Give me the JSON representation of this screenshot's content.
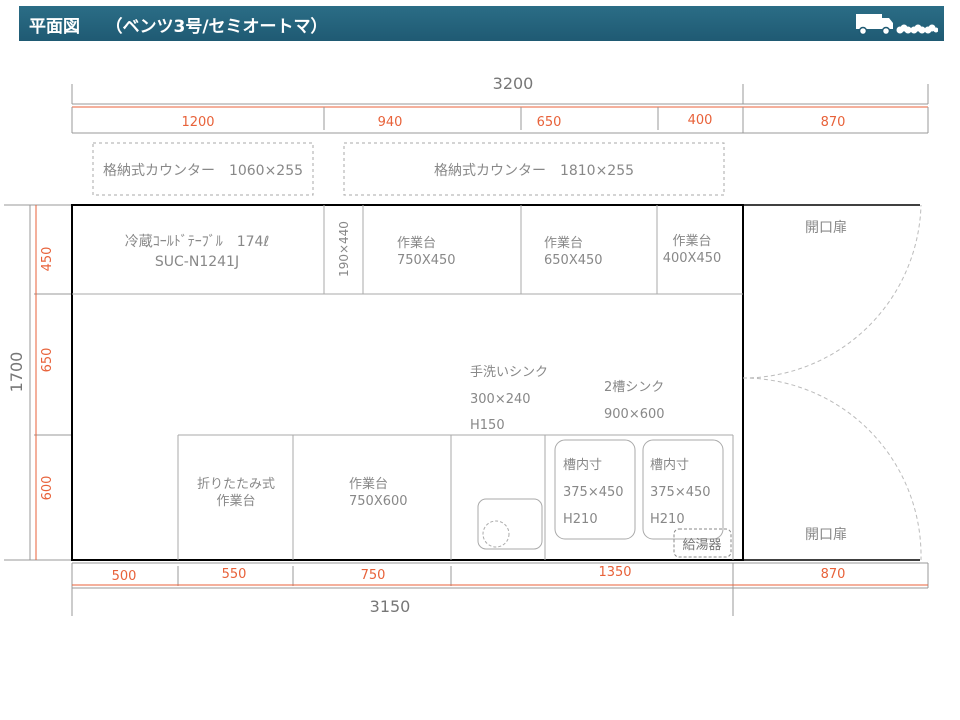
{
  "header": {
    "title": "平面図　　（ベンツ3号/セミオートマ）"
  },
  "dims": {
    "top_total": "3200",
    "top": [
      "1200",
      "940",
      "650",
      "400",
      "870"
    ],
    "bottom_total": "3150",
    "bottom": [
      "500",
      "550",
      "750",
      "1350",
      "870"
    ],
    "left_total": "1700",
    "left": [
      "450",
      "650",
      "600"
    ]
  },
  "upper_counters": [
    {
      "label": "格納式カウンター　1060×255"
    },
    {
      "label": "格納式カウンター　1810×255"
    }
  ],
  "fridge": {
    "line1": "冷蔵ｺｰﾙﾄﾞﾃｰﾌﾞﾙ　174ℓ",
    "line2": "SUC-N1241J"
  },
  "narrow_unit": "190×440",
  "worktables_top": [
    {
      "line1": "作業台",
      "line2": "750X450"
    },
    {
      "line1": "作業台",
      "line2": "650X450"
    },
    {
      "line1": "作業台",
      "line2": "400X450"
    }
  ],
  "hand_sink": {
    "line1": "手洗いシンク",
    "line2": "300×240",
    "line3": "H150"
  },
  "double_sink": {
    "line1": "2槽シンク",
    "line2": "900×600"
  },
  "basins": [
    {
      "line1": "槽内寸",
      "line2": "375×450",
      "line3": "H210"
    },
    {
      "line1": "槽内寸",
      "line2": "375×450",
      "line3": "H210"
    }
  ],
  "water_heater": "給湯器",
  "folding_table": {
    "line1": "折りたたみ式",
    "line2": "作業台"
  },
  "worktable_bottom": {
    "line1": "作業台",
    "line2": "750X600"
  },
  "door_top": "開口扉",
  "door_bottom": "開口扉",
  "colors": {
    "header": "#1f5a73",
    "dimension": "#e8623a",
    "outline": "#000000",
    "fixture": "#9a9a9a"
  }
}
